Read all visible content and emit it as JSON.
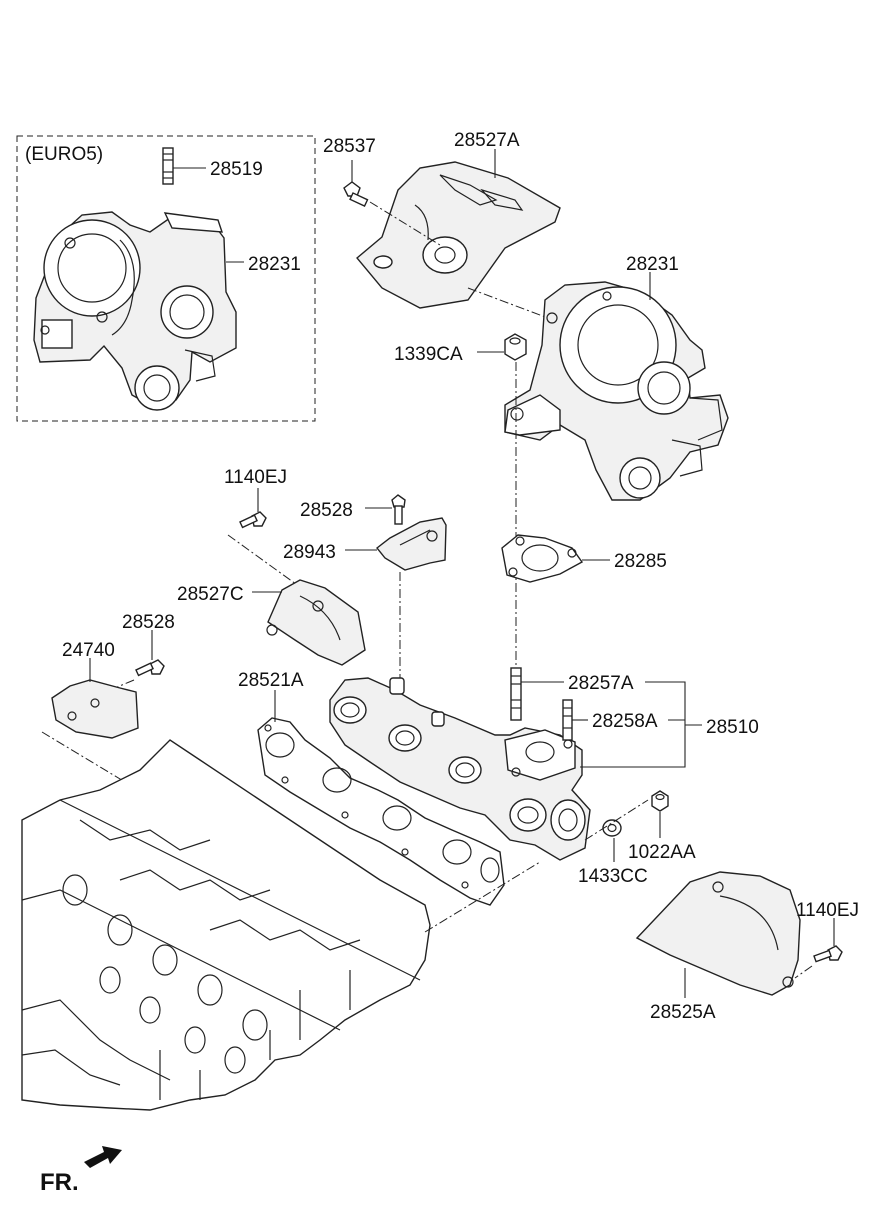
{
  "euro_box": {
    "title": "(EURO5)"
  },
  "labels": {
    "p28519": "28519",
    "p28231_euro": "28231",
    "p28537": "28537",
    "p28527A": "28527A",
    "p28231": "28231",
    "p1339CA": "1339CA",
    "p1140EJ_top": "1140EJ",
    "p28528_top": "28528",
    "p28943": "28943",
    "p28285": "28285",
    "p28527C": "28527C",
    "p28528_left": "28528",
    "p24740": "24740",
    "p28521A": "28521A",
    "p28257A": "28257A",
    "p28258A": "28258A",
    "p28510": "28510",
    "p1022AA": "1022AA",
    "p1433CC": "1433CC",
    "p1140EJ_right": "1140EJ",
    "p28525A": "28525A"
  },
  "orientation": {
    "label": "FR."
  }
}
